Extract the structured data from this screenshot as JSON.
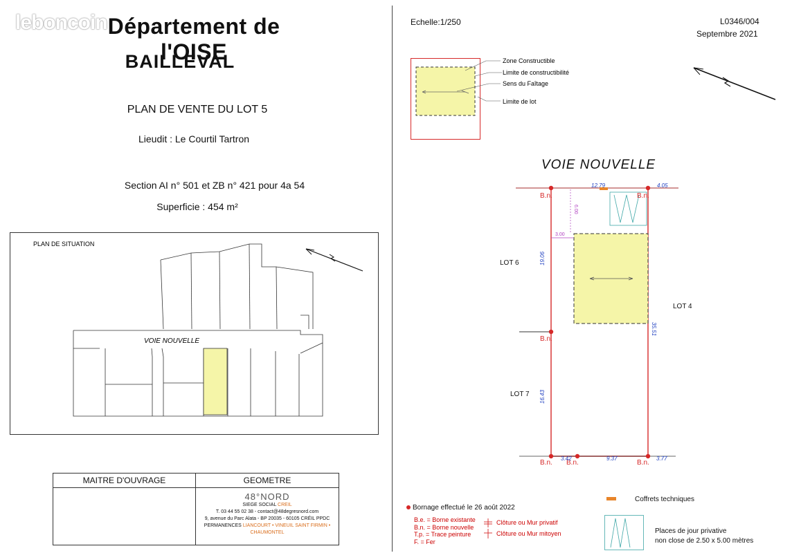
{
  "watermark": "leboncoin",
  "header": {
    "department": "Département de l'OISE",
    "commune": "BAILLEVAL",
    "plan_title": "PLAN DE VENTE DU LOT 5",
    "lieudit": "Lieudit : Le Courtil Tartron",
    "section": "Section AI n° 501 et ZB n° 421 pour 4a 54",
    "superficie": "Superficie :  454  m²"
  },
  "situation": {
    "title": "PLAN DE SITUATION",
    "road_label": "VOIE    NOUVELLE"
  },
  "table": {
    "maitre_label": "MAITRE D'OUVRAGE",
    "geometre_label": "GEOMETRE",
    "company_logo": "48°NORD",
    "siege": "SIEGE SOCIAL",
    "siege_city": "CREIL",
    "contact": "T. 03 44 55 02 38 - contact@48degresnord.com",
    "address": "9, avenue du Parc Alata - BP 20035 - 60105 CRÉIL PPDC",
    "permanences_label": "PERMANENCES",
    "permanences_cities": "LIANCOURT • VINEUIL SAINT FIRMIN • CHAUMONTEL"
  },
  "plan": {
    "scale": "Echelle:1/250",
    "reference": "L0346/004",
    "date": "Septembre  2021",
    "legend": {
      "zone": "Zone Constructible",
      "limite_constr": "Limite de constructibilité",
      "faitage": "Sens du Faîtage",
      "limite_lot": "Limite de lot"
    },
    "road": "VOIE    NOUVELLE",
    "lots": {
      "lot6": "LOT 6",
      "lot4": "LOT 4",
      "lot7": "LOT 7"
    },
    "bn": "B.n.",
    "dims": {
      "top_front": "12.79",
      "top_right": "4.05",
      "setback": "6.00",
      "side_offset": "3.00",
      "left_upper": "19.06",
      "right_side": "35.51",
      "left_lower": "16.43",
      "bottom_left": "3.42",
      "bottom_mid": "9.37",
      "bottom_right": "3.77"
    }
  },
  "footer_legend": {
    "bornage": "Bornage effectué le 26 août  2022",
    "be": "B.e. = Borne existante",
    "bn": "B.n. = Borne nouvelle",
    "tp": "T.p. = Trace peinture",
    "f": "F. = Fer",
    "cloture_priv": "Clôture ou Mur privatif",
    "cloture_mit": "Clôture ou Mur mitoyen",
    "coffrets": "Coffrets  techniques",
    "places_1": "Places de jour privative",
    "places_2": "non close de 2.50 x 5.00 mètres"
  },
  "colors": {
    "zone": "#f5f5a8",
    "lot": "#d62828",
    "dim": "#2040c0",
    "setback": "#b040c0"
  }
}
